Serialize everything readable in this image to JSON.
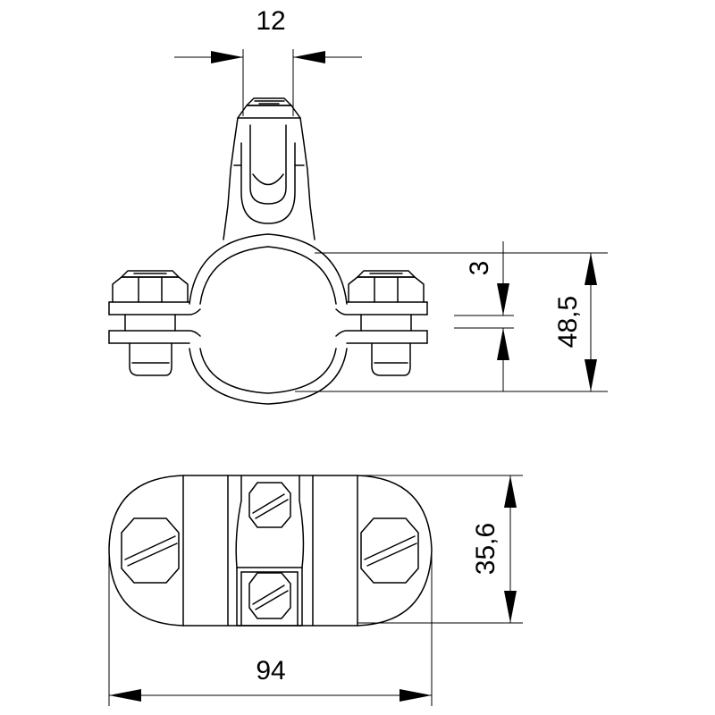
{
  "dimensions": {
    "bolt_width": "12",
    "band_thickness": "3",
    "clamp_height": "48,5",
    "base_height": "35,6",
    "total_length": "94"
  },
  "colors": {
    "line": "#000000",
    "background": "#ffffff"
  }
}
